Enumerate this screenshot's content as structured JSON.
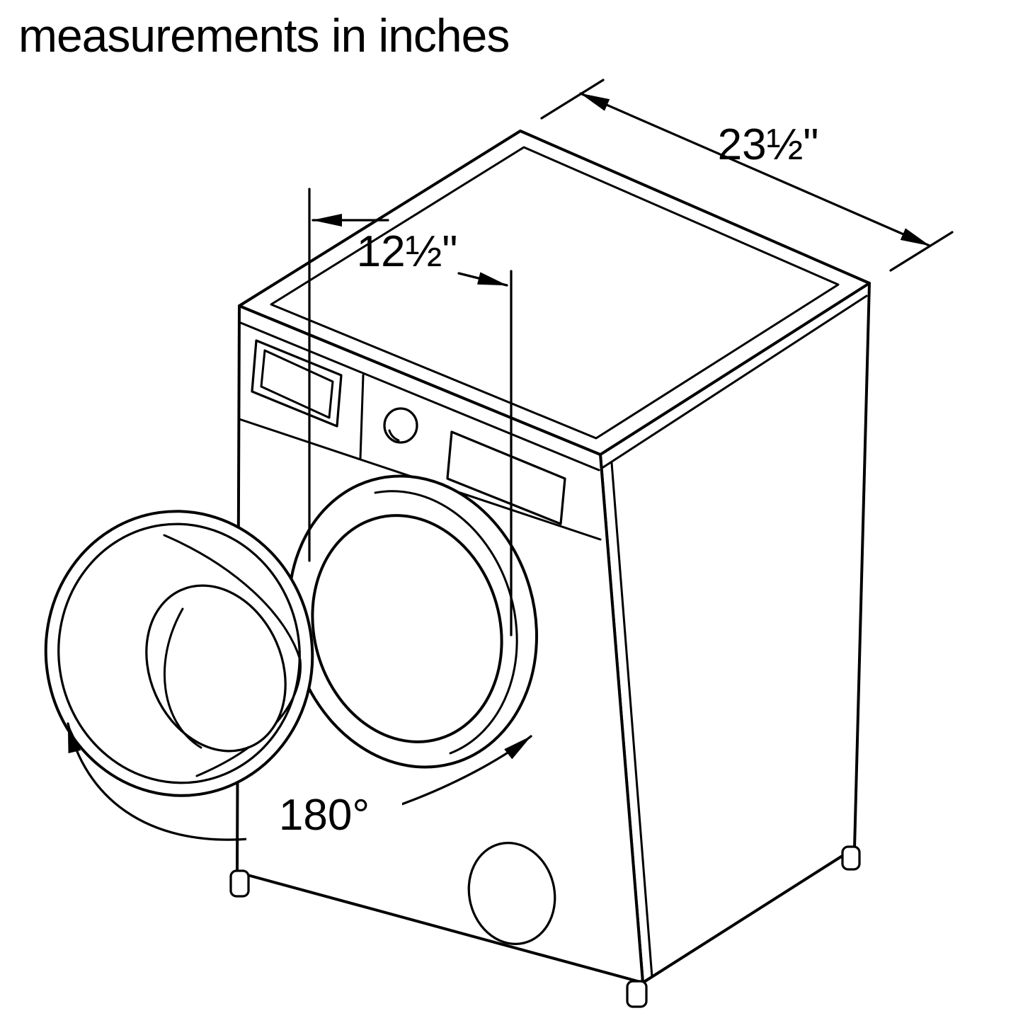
{
  "title": "measurements in inches",
  "dimensions": {
    "depth": "23½\"",
    "door_offset": "12½\"",
    "door_swing_angle": "180°"
  },
  "colors": {
    "line": "#000000",
    "background": "#ffffff"
  }
}
